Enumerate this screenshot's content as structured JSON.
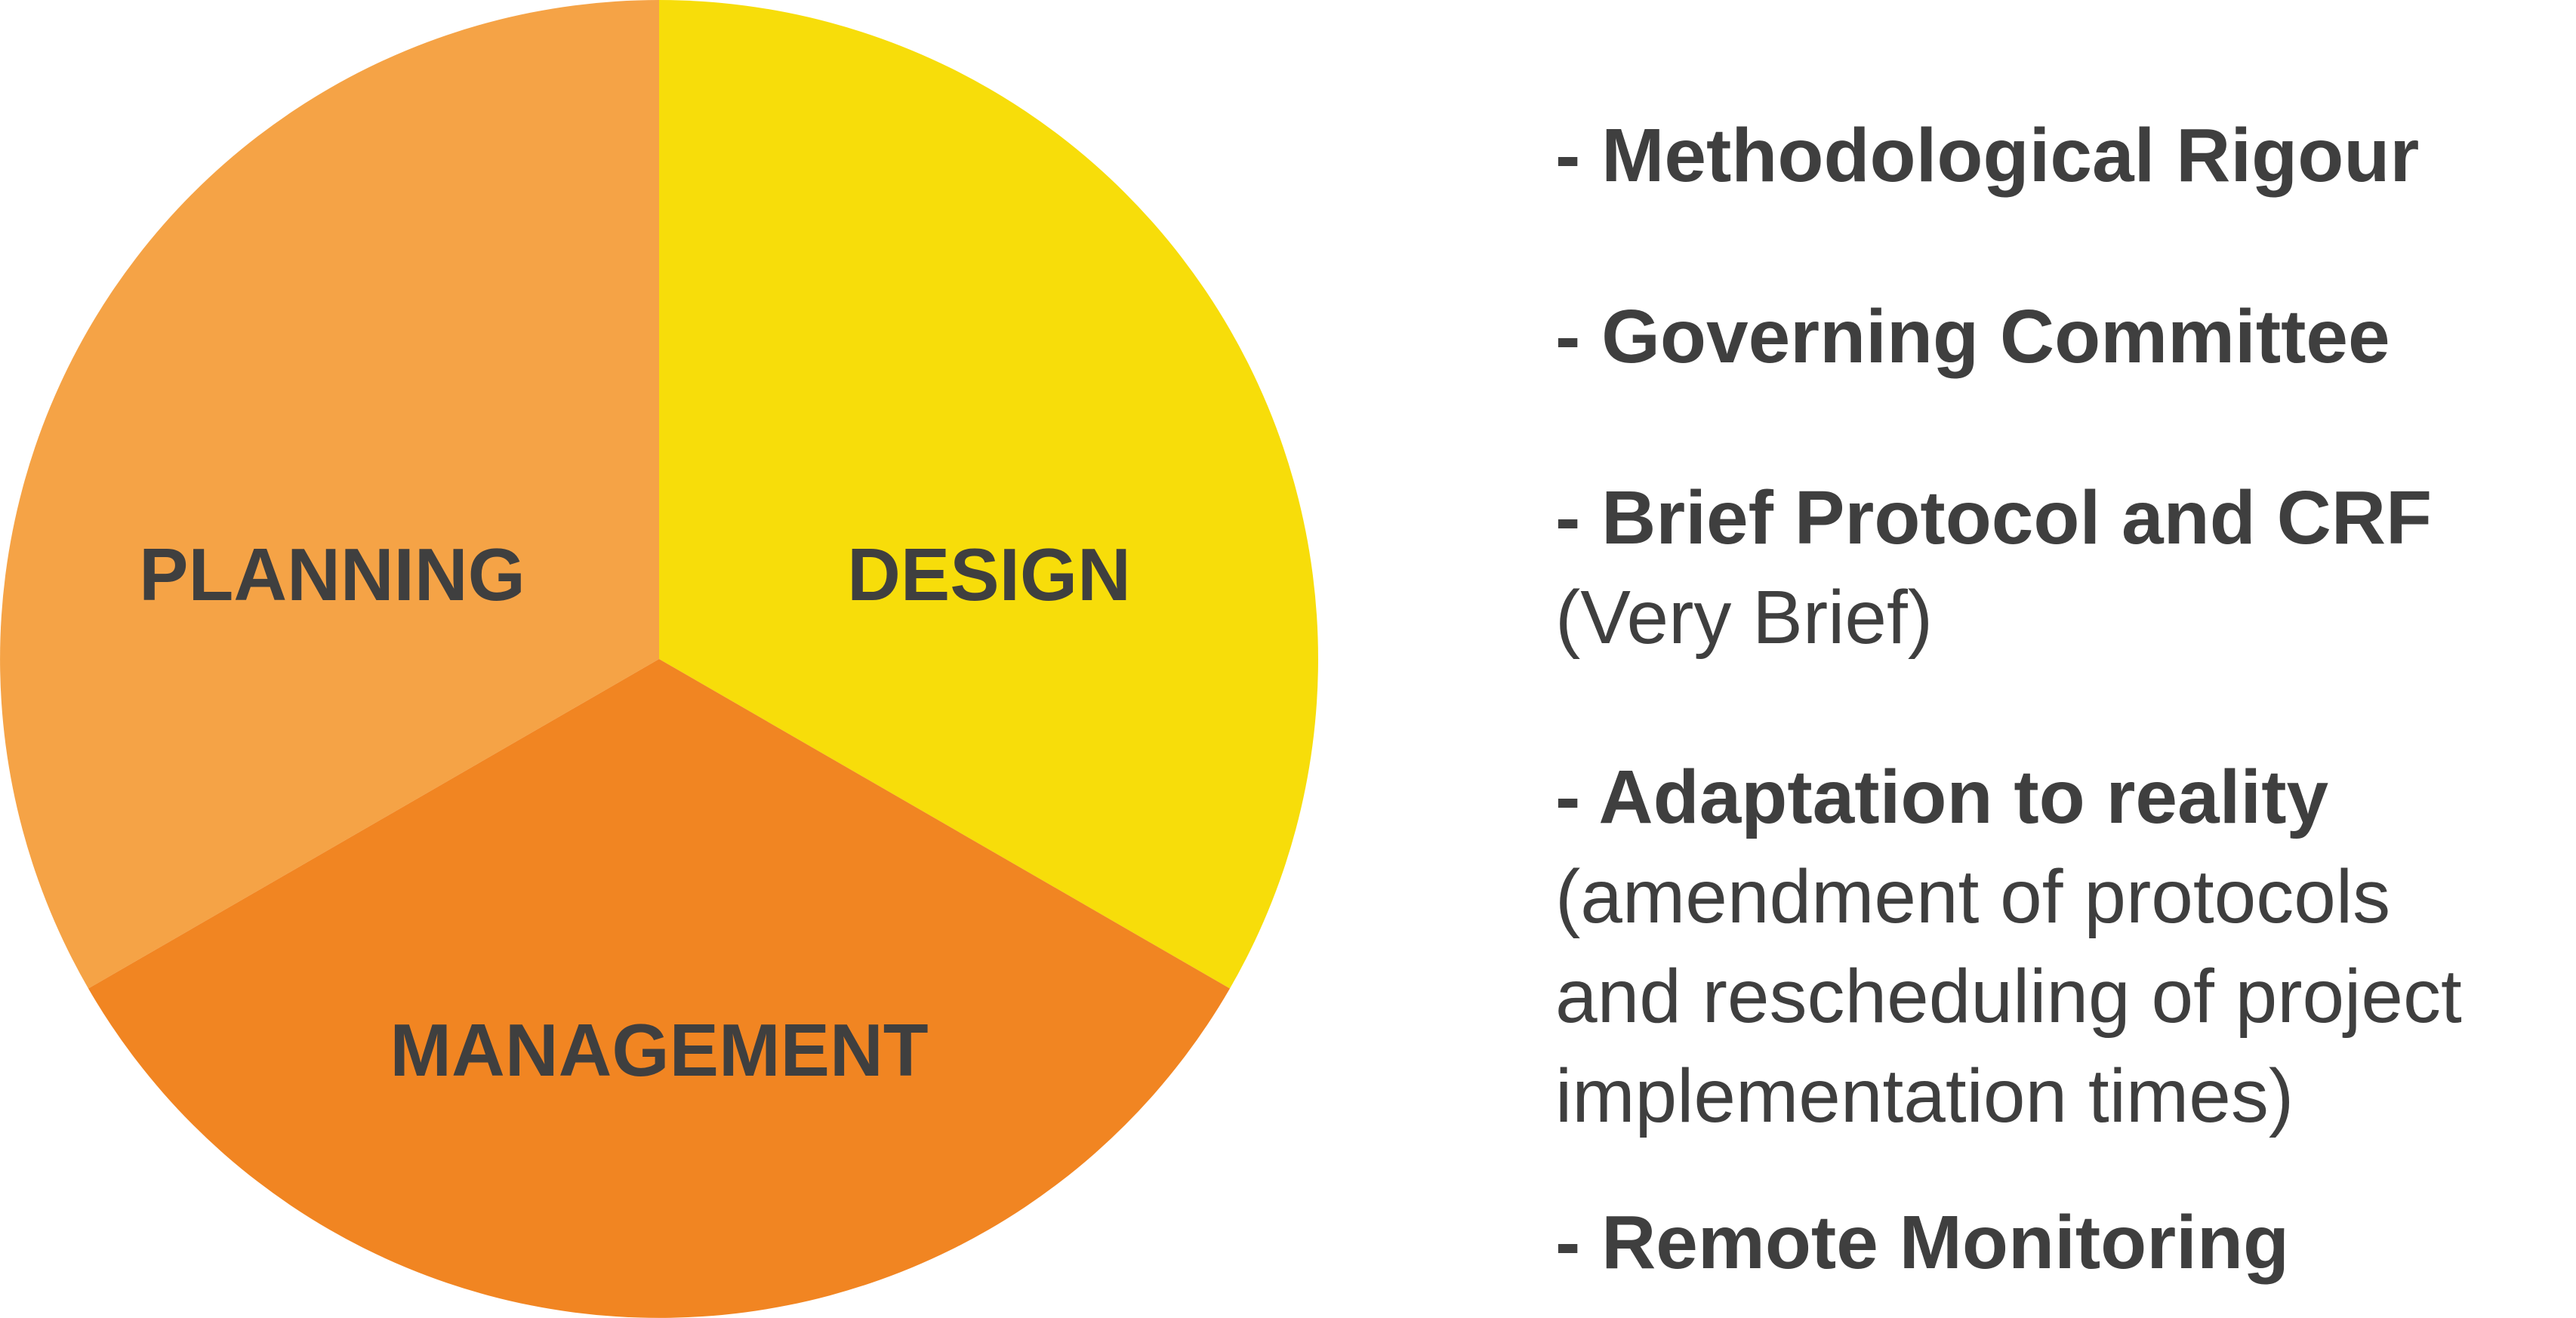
{
  "diagram": {
    "segments": [
      {
        "id": "planning",
        "label": "PLANNING",
        "color": "#F5A346"
      },
      {
        "id": "design",
        "label": "DESIGN",
        "color": "#F7DD0A"
      },
      {
        "id": "management",
        "label": "MANAGEMENT",
        "color": "#F18522"
      }
    ]
  },
  "bullets": [
    {
      "head": "- Methodological Rigour",
      "sub": ""
    },
    {
      "head": "- Governing Committee",
      "sub": ""
    },
    {
      "head": "- Brief Protocol and CRF",
      "sub": "(Very Brief)"
    },
    {
      "head": "- Adaptation to reality",
      "sub_lines": [
        "(amendment of protocols",
        "and rescheduling of project",
        "implementation times)"
      ]
    },
    {
      "head": "- Remote Monitoring",
      "sub": ""
    }
  ],
  "colors": {
    "text": "#3F3F3F",
    "background": "#FFFFFF"
  }
}
